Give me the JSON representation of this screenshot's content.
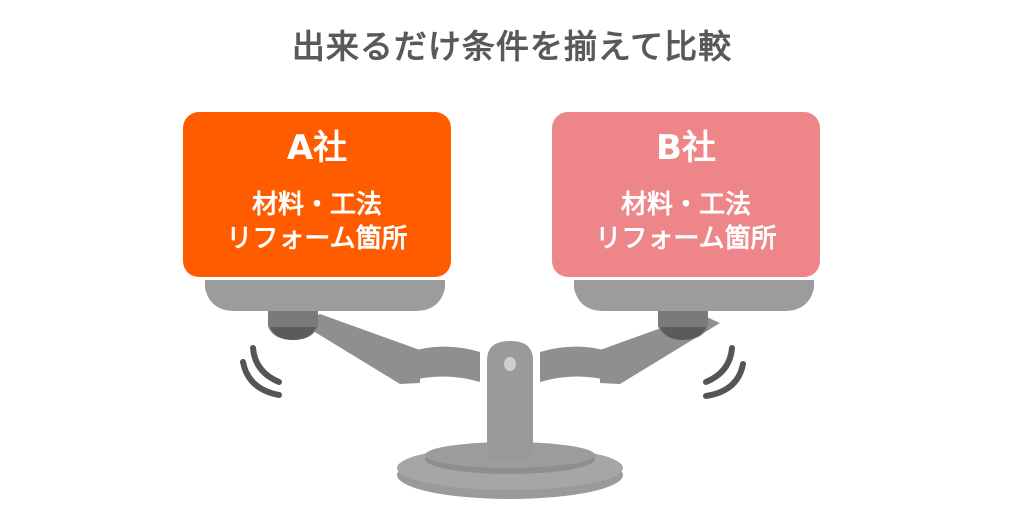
{
  "title": "出来るだけ条件を揃えて比較",
  "companies": [
    {
      "name": "A社",
      "line1": "材料・工法",
      "line2": "リフォーム箇所",
      "color": "#FF5C00"
    },
    {
      "name": "B社",
      "line1": "材料・工法",
      "line2": "リフォーム箇所",
      "color": "#EE8589"
    }
  ]
}
